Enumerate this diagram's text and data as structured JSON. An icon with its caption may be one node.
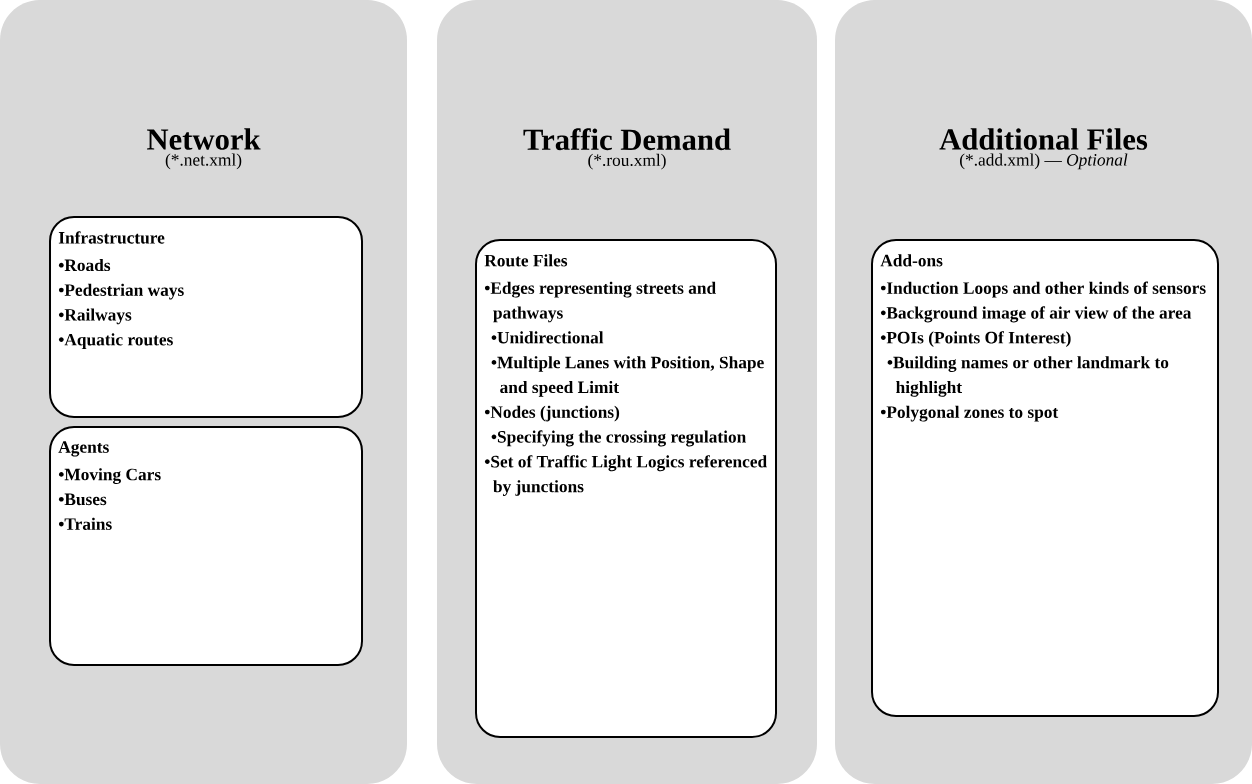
{
  "diagram": {
    "nodes": [
      {
        "text": [
          "Network",
          "(*.net.xml)"
        ]
      },
      {
        "text": [
          "Infrastructure",
          "•Roads",
          "•Pedestrian ways",
          "•Railways",
          "•Aquatic routes"
        ],
        "in": 0
      },
      {
        "text": [
          "Agents",
          "•Moving Cars",
          "•Buses",
          "•Trains"
        ],
        "in": 0
      },
      {
        "text": [
          "Traffic Demand",
          "(*.rou.xml)"
        ]
      },
      {
        "text": [
          "Route Files",
          "•Edges representing streets and pathways",
          "•Unidirectional",
          "•Multiple Lanes with Position, Shape and speed Limit",
          "•Nodes (junctions)",
          "•Specifying the crossing regulation",
          "•Set of Traffic Light Logics referenced by junctions"
        ],
        "in": 3
      },
      {
        "text": [
          "Additional Files",
          "(*.add.xml) — *Optional*"
        ]
      },
      {
        "text": [
          "Add-ons",
          "•Induction Loops and other kinds of sensors",
          "•Background image of air view of the area",
          "•POIs (Points Of Interest)",
          "•Building names or other landmark to highlight",
          "•Polygonal zones to spot"
        ],
        "in": 5
      }
    ]
  }
}
